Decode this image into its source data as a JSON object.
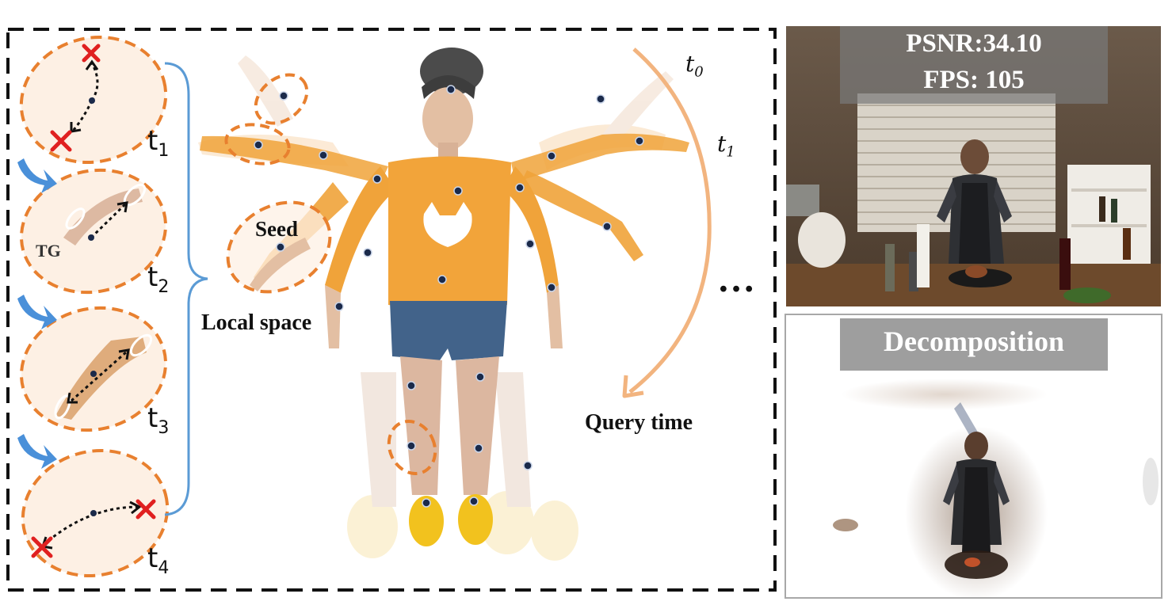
{
  "left_panel": {
    "time_labels": [
      {
        "base": "t",
        "sub": "1"
      },
      {
        "base": "t",
        "sub": "2"
      },
      {
        "base": "t",
        "sub": "3"
      },
      {
        "base": "t",
        "sub": "4"
      }
    ],
    "tg_label": "TG",
    "seed_label": "Seed",
    "local_space_label": "Local space",
    "query_time_label": "Query time",
    "ellipsis": "…",
    "arc_time_labels": [
      {
        "base": "t",
        "sub": "0"
      },
      {
        "base": "t",
        "sub": "1"
      }
    ]
  },
  "right_panel": {
    "metrics": {
      "psnr": "PSNR:34.10",
      "fps": "FPS: 105"
    },
    "decomposition_label": "Decomposition"
  },
  "colors": {
    "orange_dash": "#e8802f",
    "ellipse_fill": "#fdf0e4",
    "blue_arrow": "#4a90d9",
    "brace": "#5b9bd5",
    "arc": "#f2b47f",
    "red_cross": "#e02020",
    "dot": "#1b2a4a"
  }
}
